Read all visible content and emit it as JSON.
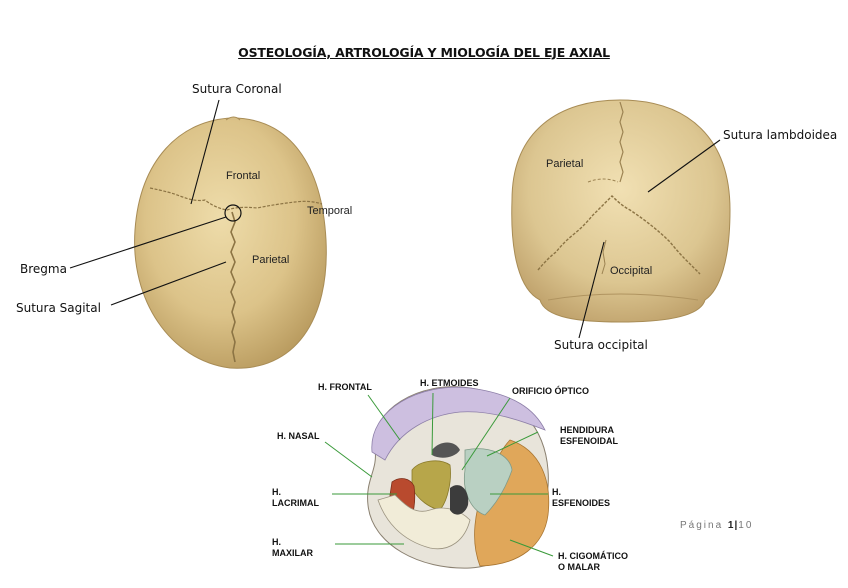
{
  "page": {
    "title": "OSTEOLOGÍA, ARTROLOGÍA Y MIOLOGÍA DEL EJE AXIAL",
    "footer": {
      "label": "Página",
      "number": "1",
      "sep": "|",
      "total": "10"
    }
  },
  "figure_top": {
    "labels": {
      "sutura_coronal": "Sutura Coronal",
      "bregma": "Bregma",
      "sutura_sagital": "Sutura Sagital",
      "frontal": "Frontal",
      "temporal": "Temporal",
      "parietal": "Parietal"
    }
  },
  "figure_back": {
    "labels": {
      "sutura_lambdoidea": "Sutura lambdoidea",
      "parietal": "Parietal",
      "occipital": "Occipital",
      "sutura_occipital": "Sutura occipital"
    }
  },
  "figure_orbit": {
    "labels": {
      "h_frontal": "H. FRONTAL",
      "h_etmoides": "H. ETMOIDES",
      "orificio_optico": "ORIFICIO ÓPTICO",
      "h_nasal": "H. NASAL",
      "hendidura_1": "HENDIDURA",
      "hendidura_2": "ESFENOIDAL",
      "h_lacrimal_1": "H.",
      "h_lacrimal_2": "LACRIMAL",
      "h_esfenoides_1": "H.",
      "h_esfenoides_2": "ESFENOIDES",
      "h_maxilar_1": "H.",
      "h_maxilar_2": "MAXILAR",
      "h_cigomatico_1": "H. CIGOMÁTICO",
      "h_cigomatico_2": "O MALAR"
    }
  }
}
